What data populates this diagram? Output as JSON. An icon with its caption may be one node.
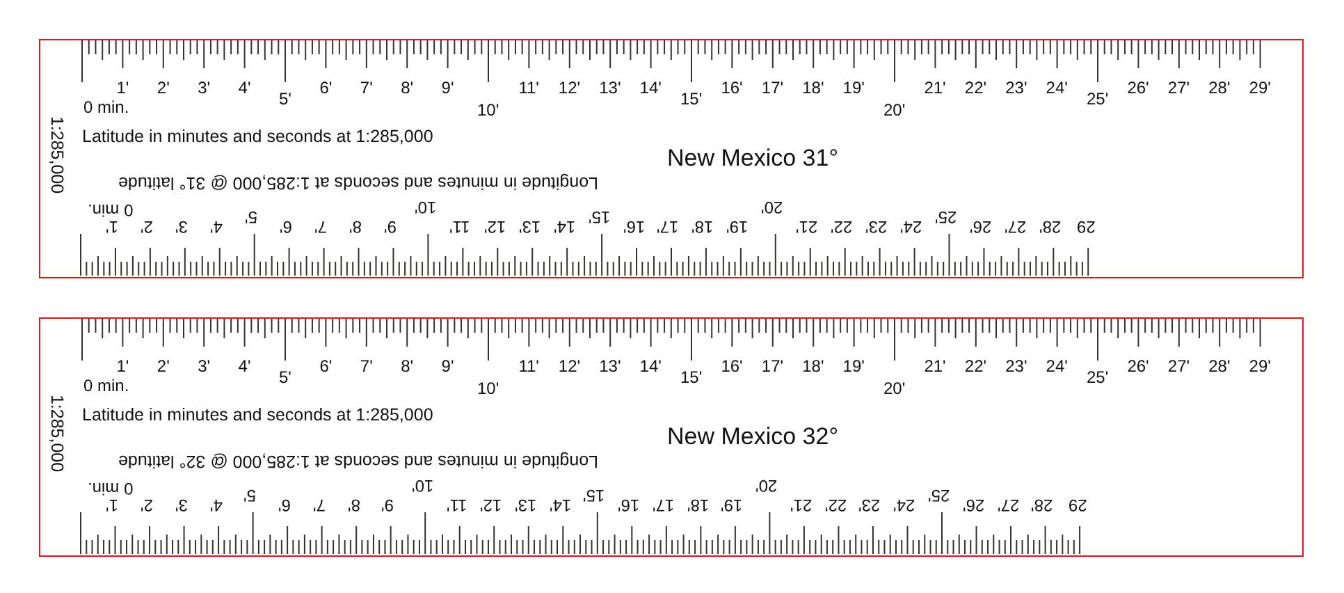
{
  "diagram": {
    "nodes": [
      {
        "text": [
          "1:285,000",
          "Latitude in minutes and seconds at 1:285,000",
          "New Mexico 31°",
          "Longitude in minutes and seconds at 1:285,000 @ 31° latitude"
        ]
      },
      {
        "text": [
          "1:285,000",
          "Latitude in minutes and seconds at 1:285,000",
          "New Mexico 32°",
          "Longitude in minutes and seconds at 1:285,000 @ 32° latitude"
        ]
      }
    ],
    "edges": [],
    "labels": [
      "0 min.",
      "1'",
      "2'",
      "3'",
      "4'",
      "5'",
      "6'",
      "7'",
      "8'",
      "9'",
      "10'",
      "11'",
      "12'",
      "13'",
      "14'",
      "15'",
      "16'",
      "17'",
      "18'",
      "19'",
      "20'",
      "21'",
      "22'",
      "23'",
      "24'",
      "25'",
      "26'",
      "27'",
      "28'",
      "29'",
      "0 min.",
      "1'",
      "2'",
      "3'",
      "4'",
      "5'",
      "6'",
      "7'",
      "8'",
      "9'",
      "10'",
      "11'",
      "12'",
      "13'",
      "14'",
      "15'",
      "16'",
      "17'",
      "18'",
      "19'",
      "20'",
      "21'",
      "22'",
      "23'",
      "24'",
      "25'",
      "26'",
      "27'",
      "28'",
      "29",
      "0 min.",
      "1'",
      "2'",
      "3'",
      "4'",
      "5'",
      "6'",
      "7'",
      "8'",
      "9'",
      "10'",
      "11'",
      "12'",
      "13'",
      "14'",
      "15'",
      "16'",
      "17'",
      "18'",
      "19'",
      "20'",
      "21'",
      "22'",
      "23'",
      "24'",
      "25'",
      "26'",
      "27'",
      "28'",
      "29'",
      "0 min.",
      "1'",
      "2'",
      "3'",
      "4'",
      "5'",
      "6'",
      "7'",
      "8'",
      "9'",
      "10'",
      "11'",
      "12'",
      "13'",
      "14'",
      "15'",
      "16'",
      "17'",
      "18'",
      "19'",
      "20'",
      "21'",
      "22'",
      "23'",
      "24'",
      "25'",
      "26'",
      "27'",
      "28'",
      "29"
    ]
  }
}
